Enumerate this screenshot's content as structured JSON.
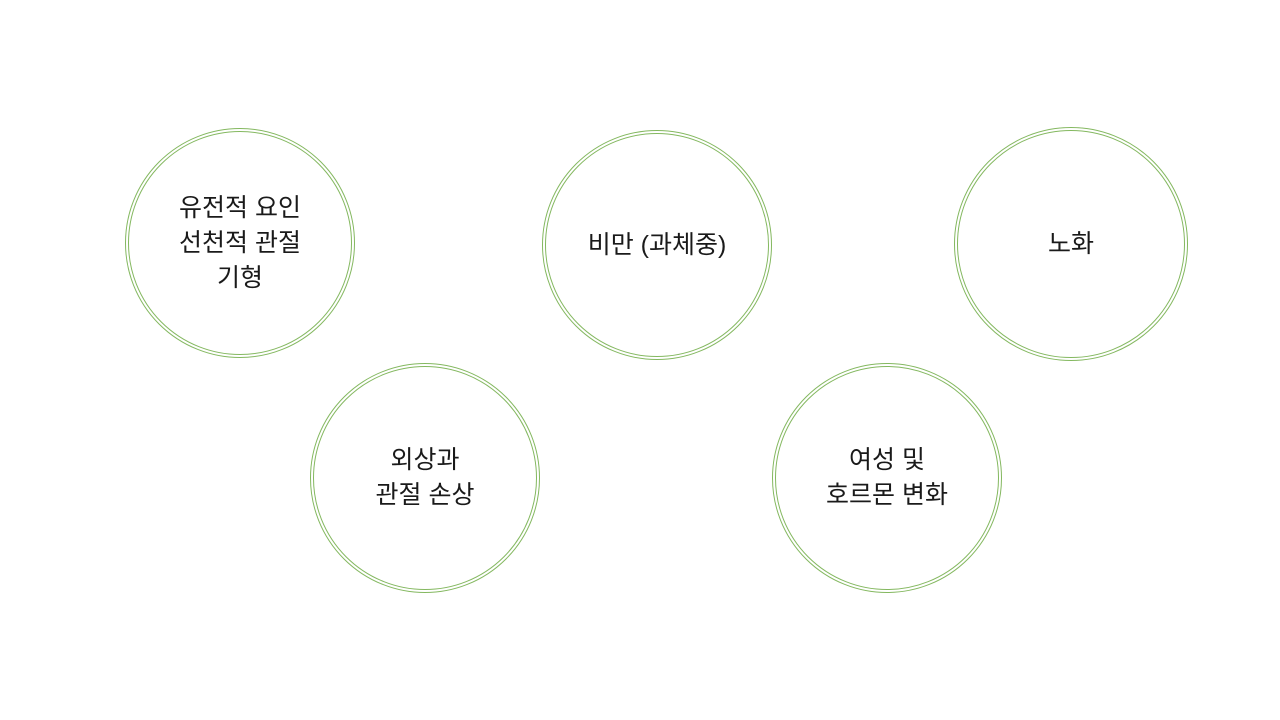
{
  "slide": {
    "background_color": "#ffffff",
    "circle_border_color": "#84b860",
    "text_color": "#1a1a1a",
    "circles": [
      {
        "name": "genetic-congenital-deformity",
        "lines": [
          "유전적 요인",
          "선천적 관절",
          "기형"
        ]
      },
      {
        "name": "obesity-overweight",
        "lines": [
          "비만 (과체중)"
        ]
      },
      {
        "name": "aging",
        "lines": [
          "노화"
        ]
      },
      {
        "name": "trauma-joint-injury",
        "lines": [
          "외상과",
          "관절 손상"
        ]
      },
      {
        "name": "female-hormonal-changes",
        "lines": [
          "여성 및",
          "호르몬 변화"
        ]
      }
    ]
  }
}
